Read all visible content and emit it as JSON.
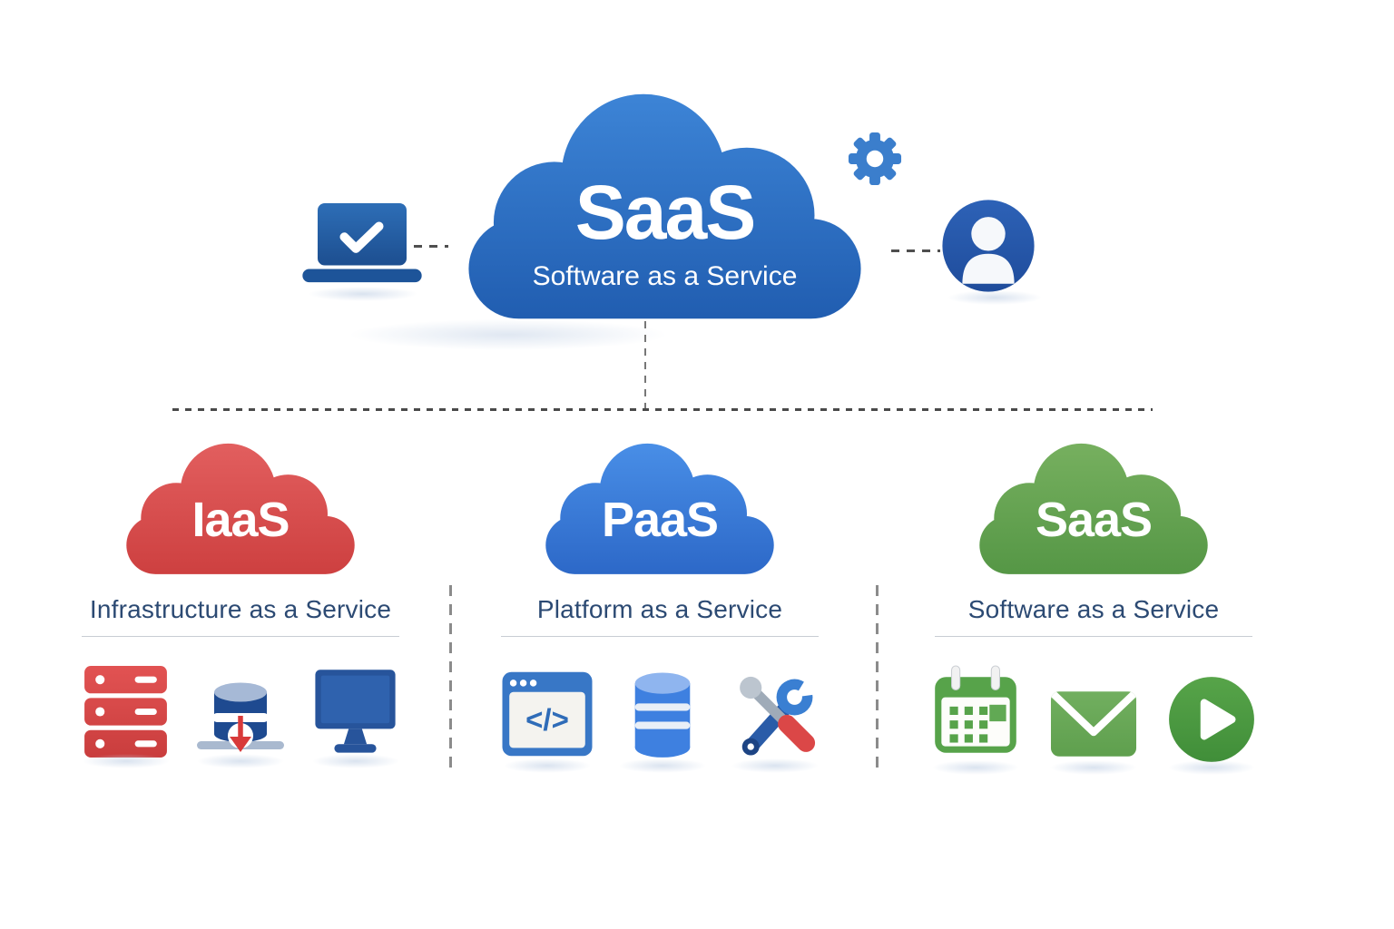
{
  "main_cloud": {
    "label": "SaaS",
    "sublabel": "Software as a Service",
    "color_top": "#3E86D8",
    "color_bottom": "#1F5BAE"
  },
  "peripherals": {
    "laptop_icon": "laptop-check-icon",
    "gear_icon": "gear-icon",
    "user_icon": "user-profile-icon"
  },
  "sections": [
    {
      "id": "iaas",
      "label": "IaaS",
      "sublabel": "Infrastructure as a Service",
      "cloud_color_top": "#E36060",
      "cloud_color_bottom": "#CC3E3E",
      "icons": [
        "server-rack-icon",
        "storage-backup-icon",
        "desktop-monitor-icon"
      ]
    },
    {
      "id": "paas",
      "label": "PaaS",
      "sublabel": "Platform as a Service",
      "cloud_color_top": "#4A90E8",
      "cloud_color_bottom": "#2B66C6",
      "icons": [
        "code-window-icon",
        "database-icon",
        "tools-icon"
      ]
    },
    {
      "id": "saas",
      "label": "SaaS",
      "sublabel": "Software as a Service",
      "cloud_color_top": "#78B160",
      "cloud_color_bottom": "#539544",
      "icons": [
        "calendar-icon",
        "mail-icon",
        "play-icon"
      ]
    }
  ],
  "code_glyph": "</>",
  "colors": {
    "subtitle_text": "#2C4A73",
    "dashed_line": "#4a4a4a",
    "icon_blue": "#2E62AE",
    "icon_red": "#DA4848",
    "icon_green": "#57A34A"
  }
}
